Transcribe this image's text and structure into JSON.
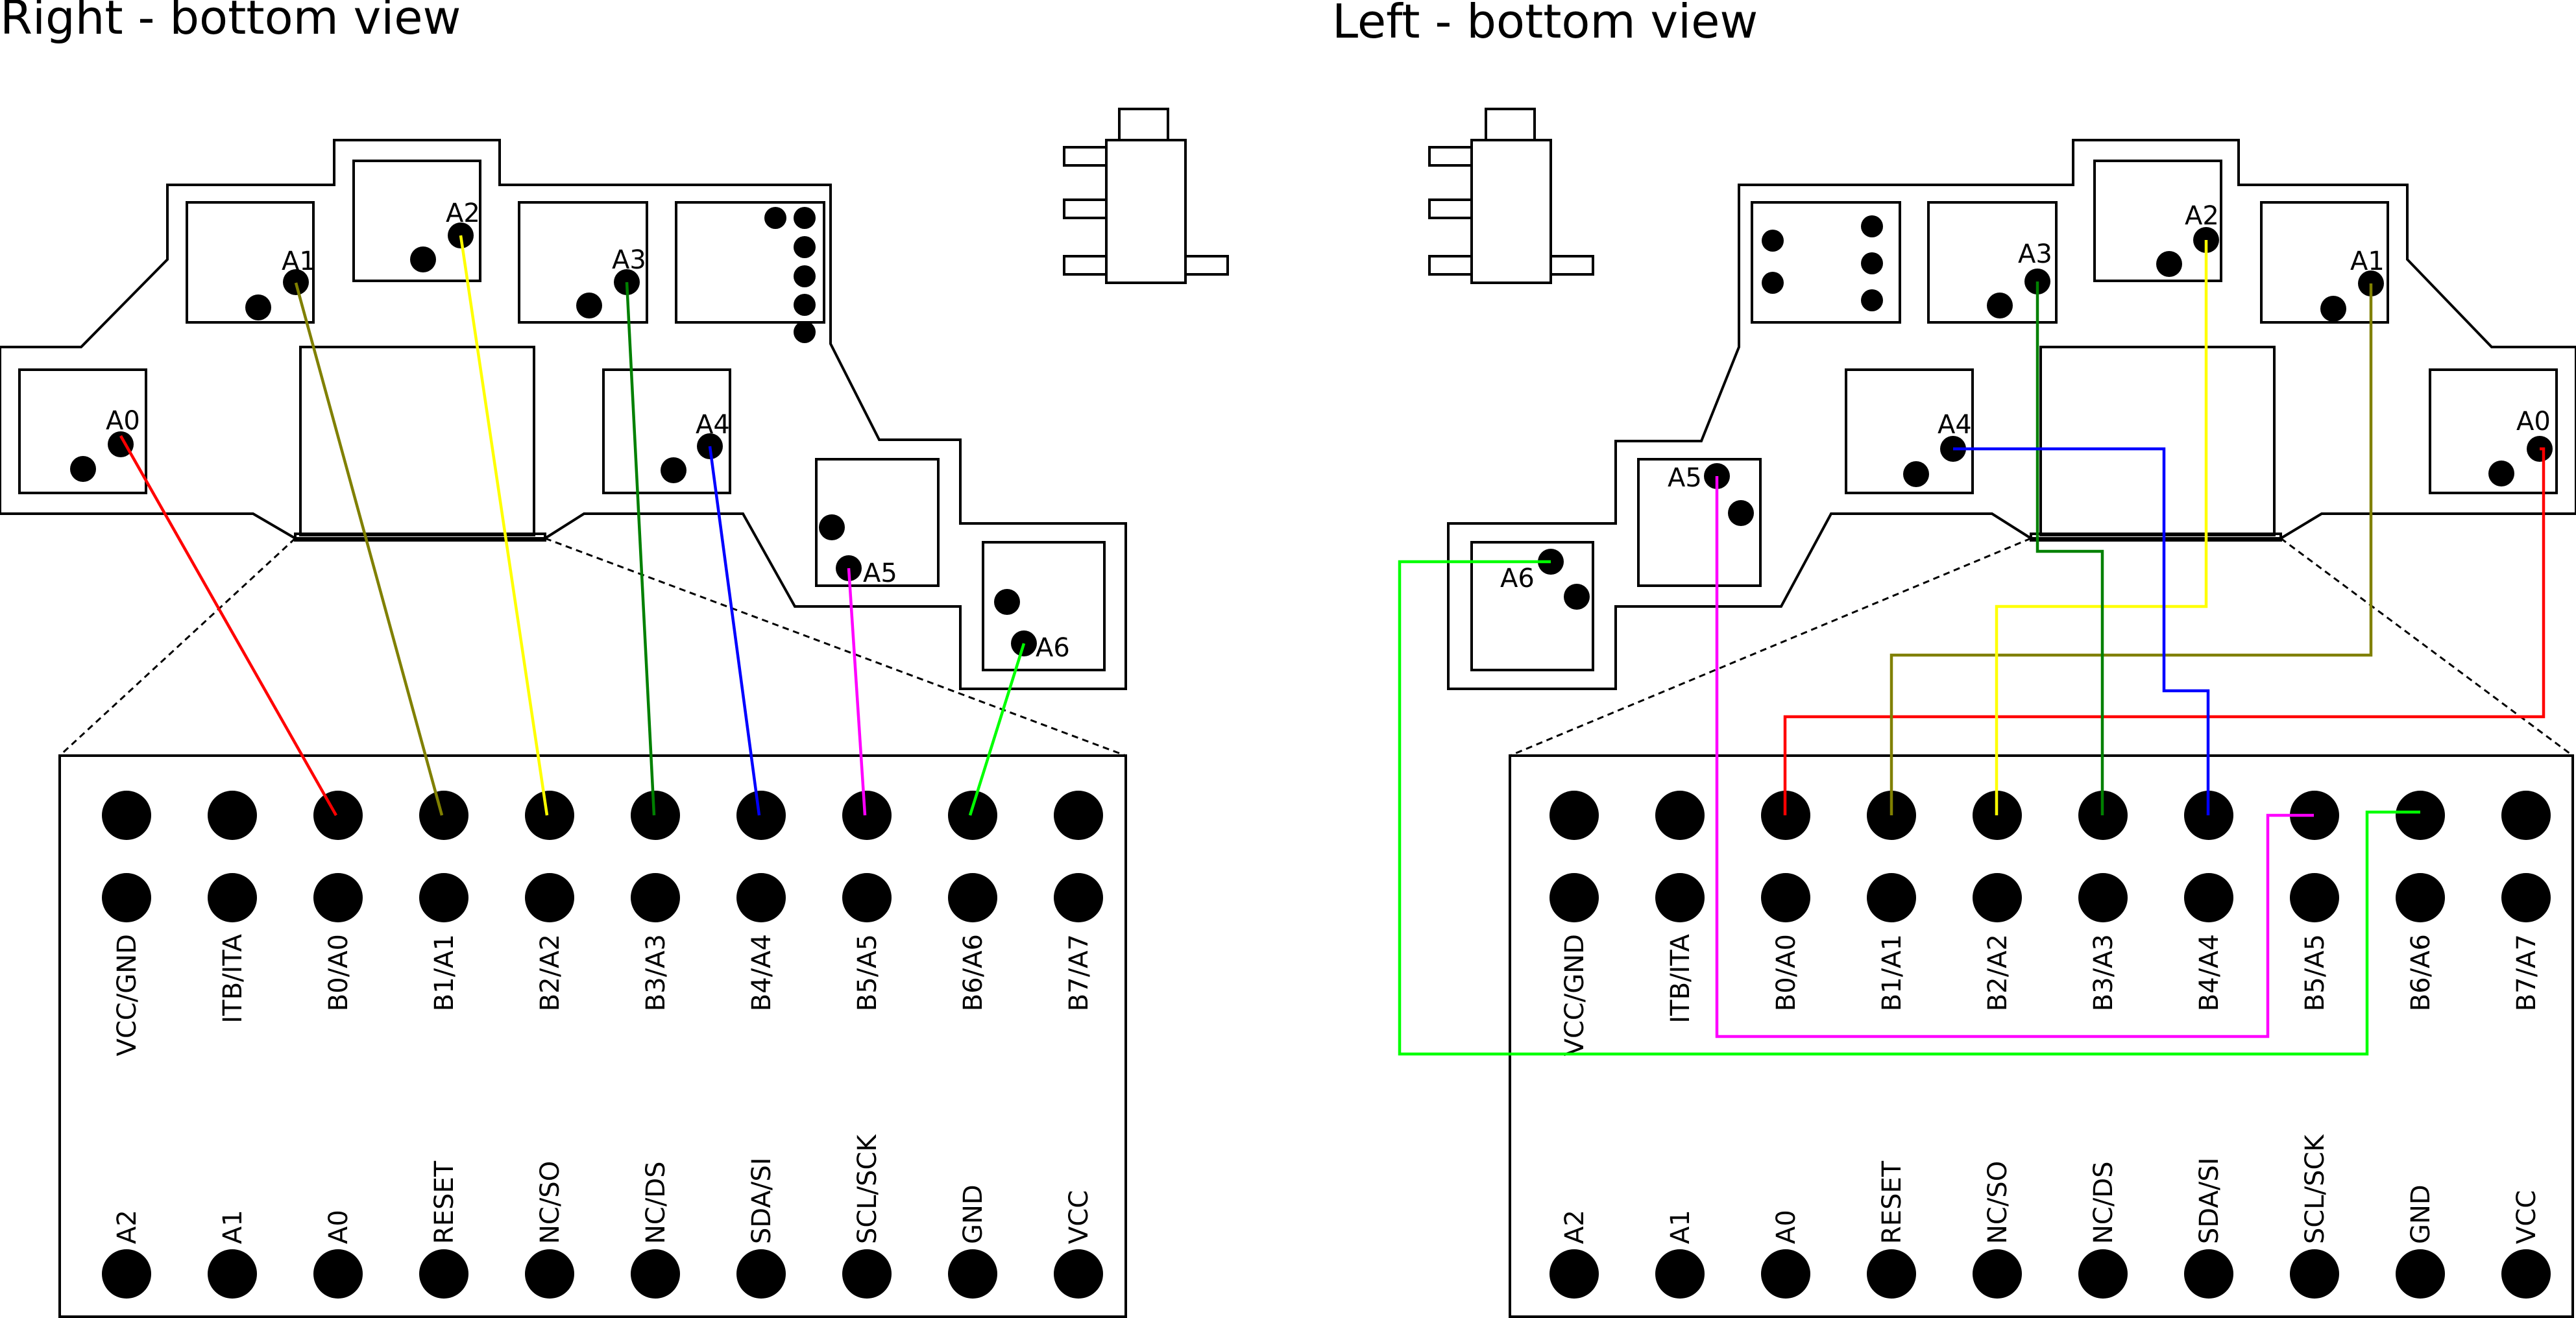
{
  "titles": {
    "right": "Right - bottom view",
    "left": "Left - bottom view"
  },
  "key_labels": [
    "A0",
    "A1",
    "A2",
    "A3",
    "A4",
    "A5",
    "A6"
  ],
  "connector": {
    "pin_labels_upper": [
      "VCC/GND",
      "ITB/ITA",
      "B0/A0",
      "B1/A1",
      "B2/A2",
      "B3/A3",
      "B4/A4",
      "B5/A5",
      "B6/A6",
      "B7/A7"
    ],
    "pin_labels_lower": [
      "A2",
      "A1",
      "A0",
      "RESET",
      "NC/SO",
      "NC/DS",
      "SDA/SI",
      "SCL/SCK",
      "GND",
      "VCC"
    ]
  },
  "wires": [
    {
      "key": "A0",
      "pin": "B0/A0",
      "color": "#ff0000"
    },
    {
      "key": "A1",
      "pin": "B1/A1",
      "color": "#808000"
    },
    {
      "key": "A2",
      "pin": "B2/A2",
      "color": "#ffff00"
    },
    {
      "key": "A3",
      "pin": "B3/A3",
      "color": "#008000"
    },
    {
      "key": "A4",
      "pin": "B4/A4",
      "color": "#0000ff"
    },
    {
      "key": "A5",
      "pin": "B5/A5",
      "color": "#ff00ff"
    },
    {
      "key": "A6",
      "pin": "B6/A6",
      "color": "#00ff00"
    }
  ]
}
